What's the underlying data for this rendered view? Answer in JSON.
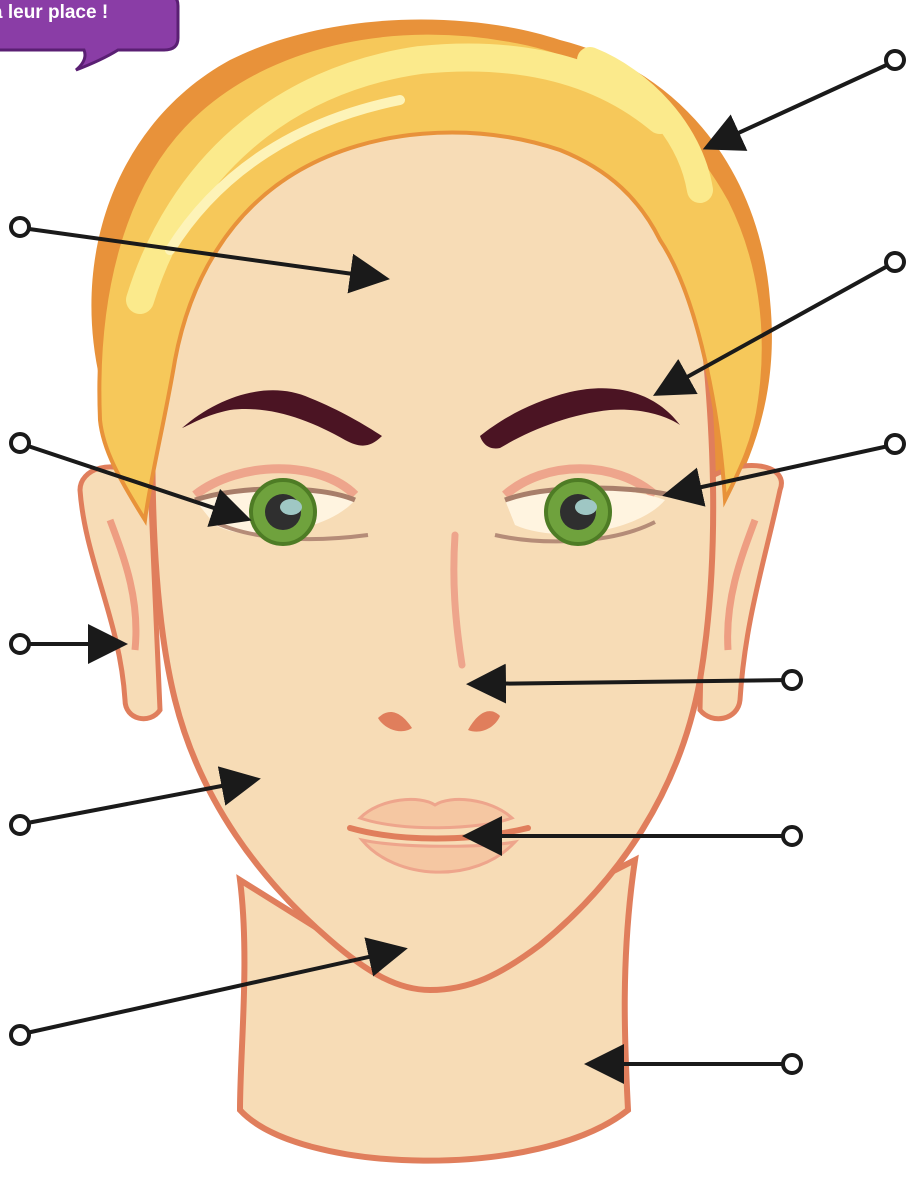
{
  "instruction": {
    "text": "à leur place !"
  },
  "colors": {
    "skin": "#F7DCB6",
    "skin_outline": "#E07E5C",
    "hair_light": "#FBEA8C",
    "hair_mid": "#F6C85A",
    "hair_dark": "#E8923A",
    "eyebrow": "#4B1423",
    "iris": "#6FA23D",
    "lips": "#F5C7A2",
    "bubble": "#8A3DA6",
    "arrow": "#1a1a1a"
  },
  "labels": [
    {
      "id": "hair",
      "text": ""
    },
    {
      "id": "forehead",
      "text": ""
    },
    {
      "id": "eyebrow",
      "text": ""
    },
    {
      "id": "eye",
      "text": ""
    },
    {
      "id": "eyelid",
      "text": ""
    },
    {
      "id": "ear",
      "text": ""
    },
    {
      "id": "nose",
      "text": ""
    },
    {
      "id": "cheek",
      "text": ""
    },
    {
      "id": "mouth",
      "text": ""
    },
    {
      "id": "chin",
      "text": ""
    },
    {
      "id": "neck",
      "text": ""
    }
  ]
}
